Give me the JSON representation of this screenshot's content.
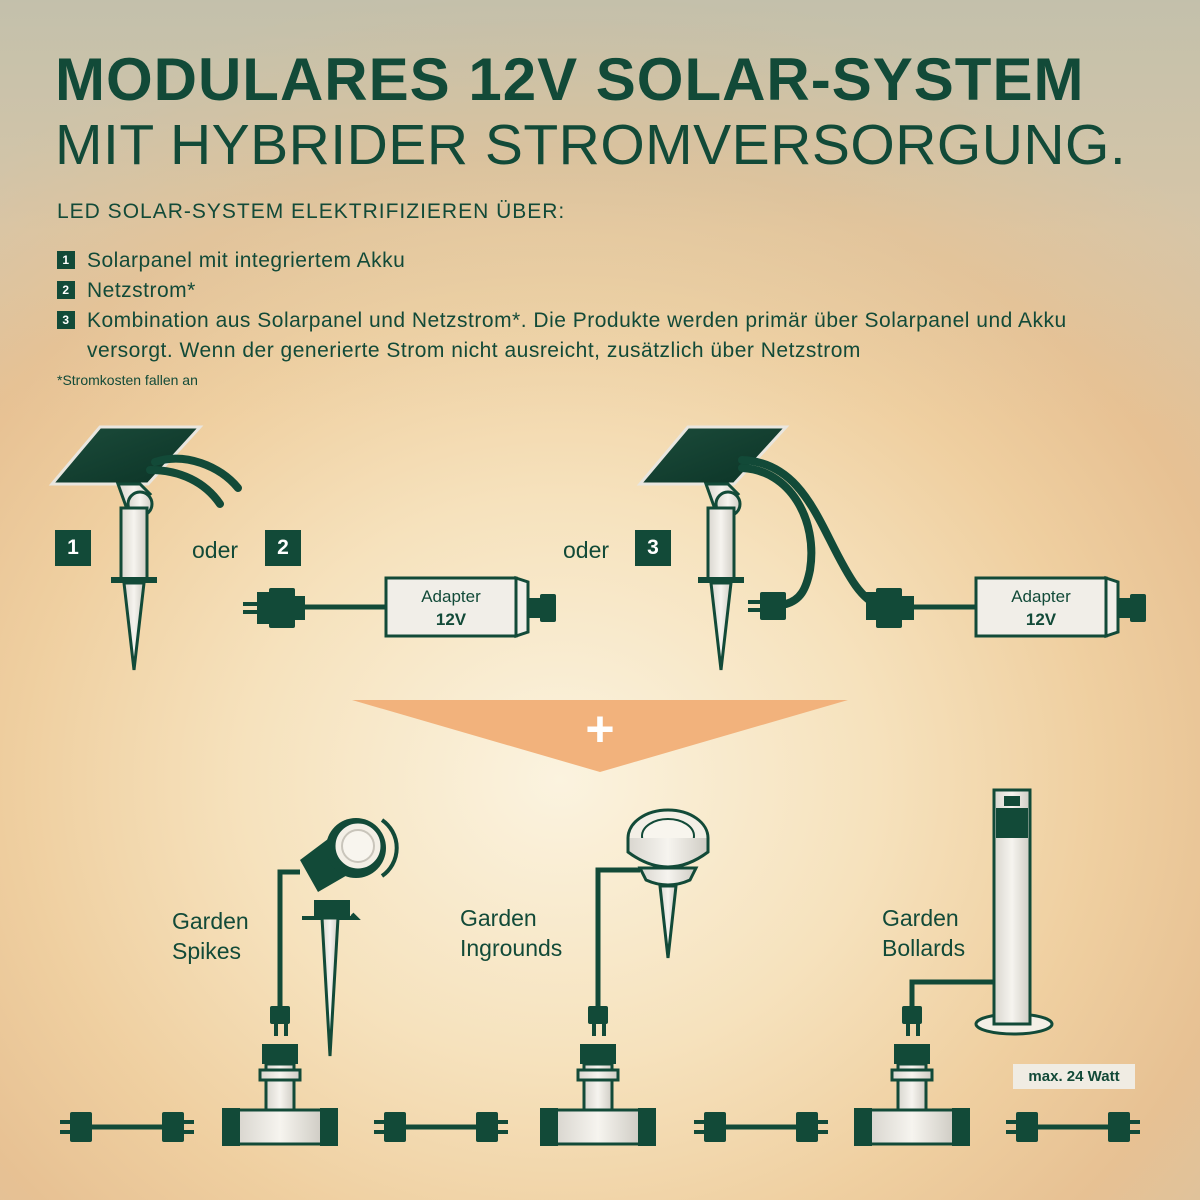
{
  "header": {
    "title_line1": "MODULARES 12V SOLAR-SYSTEM",
    "title_line2": "MIT HYBRIDER STROMVERSORGUNG."
  },
  "intro": {
    "subheading": "LED SOLAR-SYSTEM ELEKTRIFIZIEREN ÜBER:",
    "items": [
      {
        "num": "1",
        "text": "Solarpanel mit integriertem Akku"
      },
      {
        "num": "2",
        "text": "Netzstrom*"
      },
      {
        "num": "3",
        "text": "Kombination aus Solarpanel und Netzstrom*. Die Produkte werden primär über Solarpanel und Akku versorgt. Wenn der generierte Strom nicht ausreicht, zusätzlich über Netzstrom"
      }
    ],
    "footnote": "*Stromkosten fallen an"
  },
  "options": {
    "badge1": "1",
    "badge2": "2",
    "badge3": "3",
    "connector_word": "oder",
    "adapter_name": "Adapter",
    "adapter_voltage": "12V"
  },
  "plus_symbol": "+",
  "products": [
    {
      "line1": "Garden",
      "line2": "Spikes"
    },
    {
      "line1": "Garden",
      "line2": "Ingrounds"
    },
    {
      "line1": "Garden",
      "line2": "Bollards"
    }
  ],
  "max_power": "max. 24 Watt",
  "colors": {
    "primary": "#124a38",
    "arrow": "#f2b27c",
    "panel": "#0f3a2c",
    "metal": "#e9e6df"
  },
  "icons": [
    "solar-panel-icon",
    "ground-spike-icon",
    "power-adapter-icon",
    "t-connector-icon",
    "plug-icon",
    "spotlight-icon",
    "inground-light-icon",
    "bollard-light-icon",
    "plus-icon",
    "down-arrow-icon"
  ]
}
